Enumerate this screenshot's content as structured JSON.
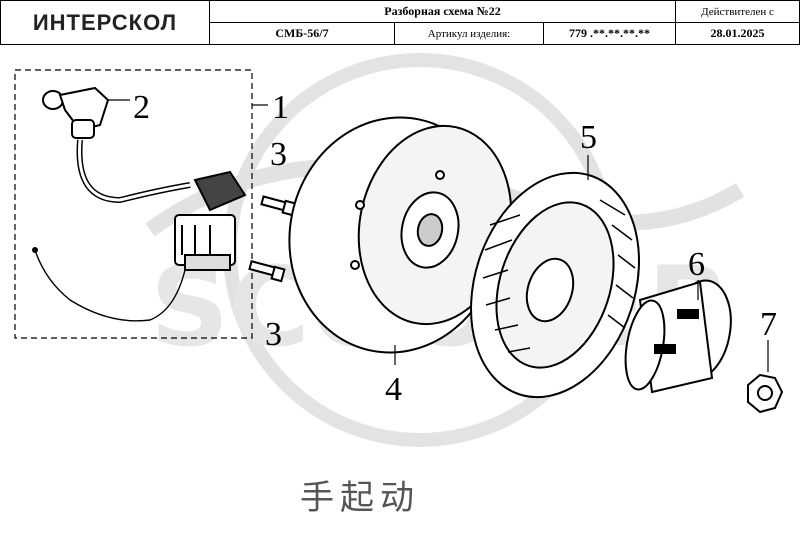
{
  "header": {
    "brand": "ИНТЕРСКОЛ",
    "title": "Разборная схема №22",
    "valid_from_label": "Действителен с",
    "model": "СМБ-56/7",
    "article_label": "Артикул изделия:",
    "article_value": "779 .**.**.**.**",
    "date": "28.01.2025"
  },
  "callouts": [
    "1",
    "2",
    "3",
    "3",
    "4",
    "5",
    "6",
    "7"
  ],
  "watermark": "SCOOTER",
  "caption": "手起动"
}
